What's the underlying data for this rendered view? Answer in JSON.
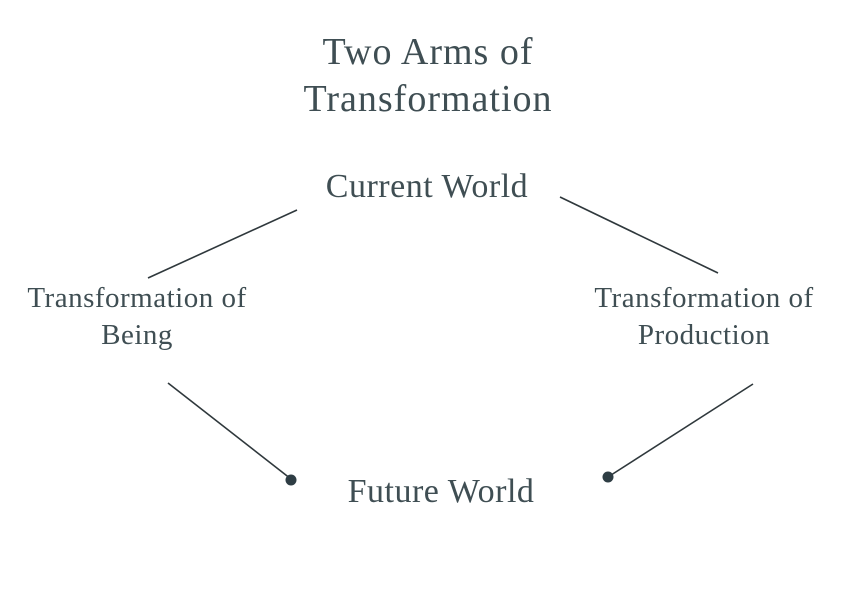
{
  "title": {
    "line1": "Two Arms of",
    "line2": "Transformation"
  },
  "nodes": {
    "current_world": {
      "label": "Current World"
    },
    "being": {
      "line1": "Transformation of",
      "line2": "Being"
    },
    "production": {
      "line1": "Transformation of",
      "line2": "Production"
    },
    "future_world": {
      "label": "Future World"
    }
  },
  "colors": {
    "ink": "#3f4e53",
    "line": "#2f383c",
    "dot": "#2e3d44",
    "background": "#ffffff"
  }
}
